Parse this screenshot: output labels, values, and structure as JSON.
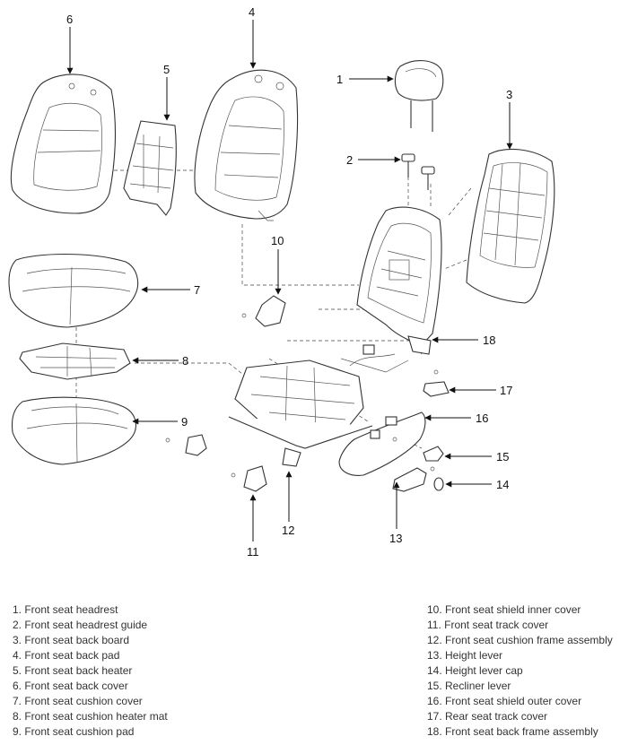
{
  "callouts": [
    "1",
    "2",
    "3",
    "4",
    "5",
    "6",
    "7",
    "8",
    "9",
    "10",
    "11",
    "12",
    "13",
    "14",
    "15",
    "16",
    "17",
    "18"
  ],
  "legend_left": [
    "1. Front seat headrest",
    "2. Front seat headrest guide",
    "3. Front seat back board",
    "4. Front seat back pad",
    "5. Front seat back heater",
    "6. Front seat back cover",
    "7. Front seat cushion cover",
    "8. Front seat cushion heater mat",
    "9. Front seat cushion pad"
  ],
  "legend_right": [
    "10. Front seat shield inner cover",
    "11. Front seat track cover",
    "12. Front seat cushion frame assembly",
    "13. Height lever",
    "14. Height lever cap",
    "15. Recliner lever",
    "16. Front seat shield outer cover",
    "17. Rear seat track cover",
    "18. Front seat back frame assembly"
  ]
}
